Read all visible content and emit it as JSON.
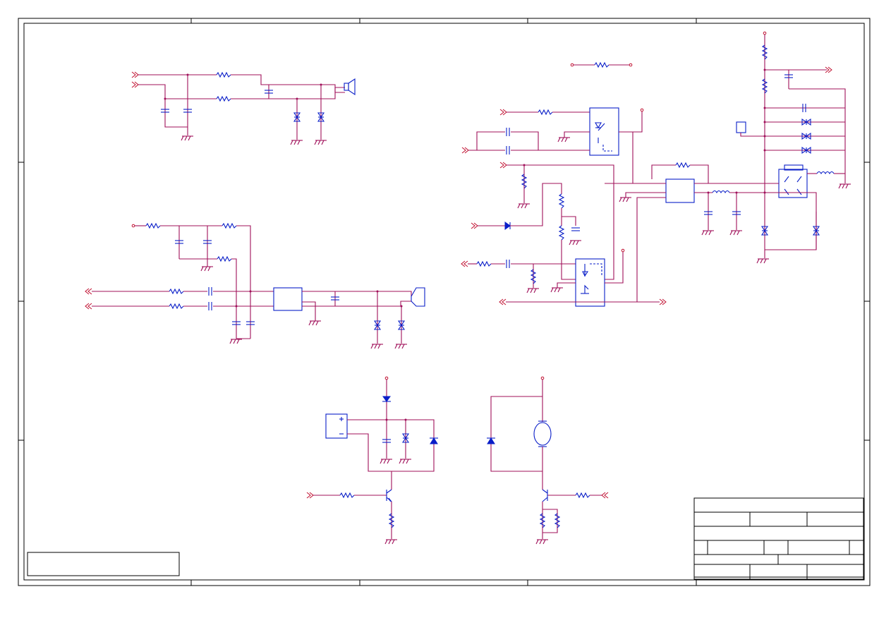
{
  "sheet": {
    "title": "",
    "border_zones": 5,
    "colors": {
      "wire": "#a0105a",
      "component": "#0a1ec8",
      "frame": "#000000",
      "pin": "#c01030"
    }
  },
  "title_block": {
    "rows": 7,
    "fields": []
  },
  "note_box": {
    "text": ""
  },
  "circuits": [
    {
      "id": "speaker-output-top",
      "symbols": [
        "resistor",
        "capacitor",
        "tvs-diode",
        "speaker",
        "ground"
      ]
    },
    {
      "id": "speaker-output-mid",
      "symbols": [
        "resistor",
        "capacitor",
        "tvs-diode",
        "ic",
        "speaker",
        "ground"
      ]
    },
    {
      "id": "buzzer-driver",
      "symbols": [
        "battery",
        "zener-diode",
        "capacitor",
        "tvs-diode",
        "npn-transistor",
        "resistor",
        "ground"
      ]
    },
    {
      "id": "motor-driver",
      "symbols": [
        "motor",
        "diode",
        "npn-transistor",
        "resistor",
        "ground"
      ]
    },
    {
      "id": "relay-interface",
      "symbols": [
        "optocoupler",
        "resistor",
        "capacitor",
        "diode",
        "ground"
      ]
    },
    {
      "id": "power-filter",
      "symbols": [
        "ic",
        "inductor",
        "capacitor",
        "tvs-diode",
        "relay",
        "resistor",
        "ground"
      ]
    }
  ]
}
